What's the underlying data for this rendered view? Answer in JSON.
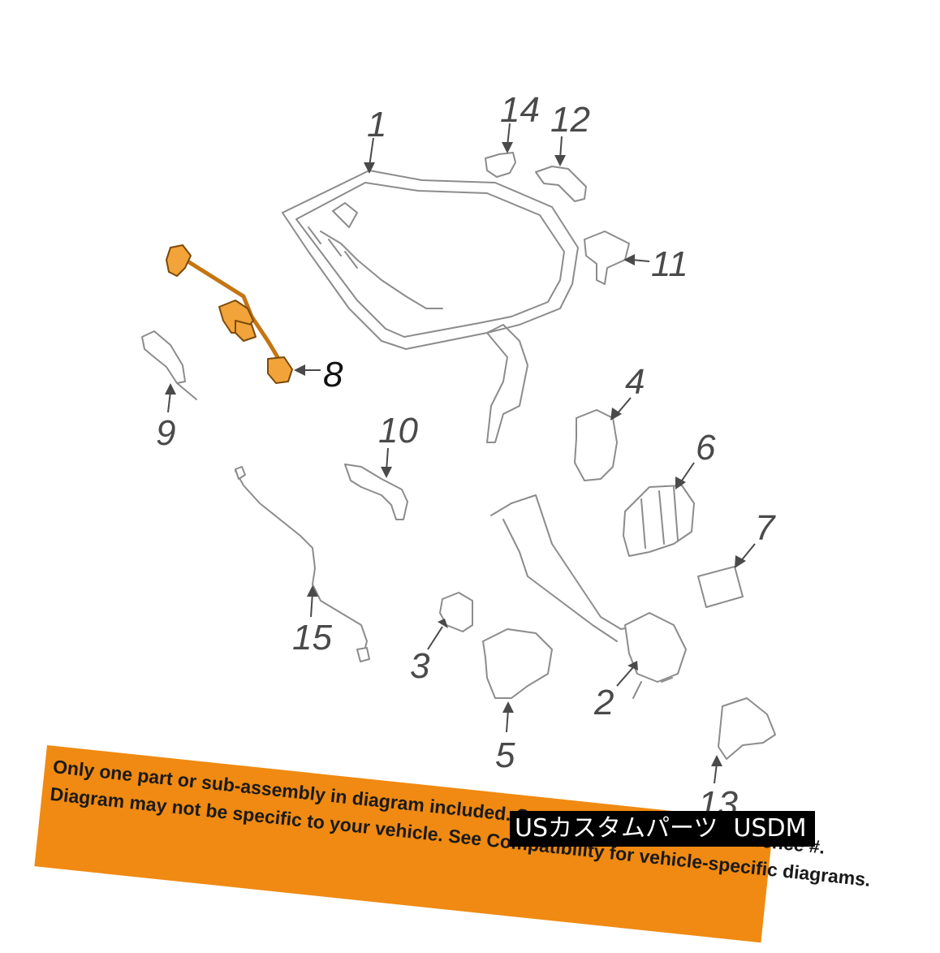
{
  "callouts": {
    "n1": "1",
    "n2": "2",
    "n3": "3",
    "n4": "4",
    "n5": "5",
    "n6": "6",
    "n7": "7",
    "n8": "8",
    "n9": "9",
    "n10": "10",
    "n11": "11",
    "n12": "12",
    "n13": "13",
    "n14": "14",
    "n15": "15"
  },
  "highlighted_part": "8",
  "colors": {
    "highlight": "#f2a33a",
    "banner": "#f08a12",
    "badge_bg": "#000000"
  },
  "disclaimer": {
    "line1": "Only one part or sub-assembly in diagram included. See Item Specifics for Reference #.",
    "line2": "Diagram may not be specific to your vehicle. See Compatibility for vehicle-specific diagrams."
  },
  "badge": {
    "text": "USカスタムパーツ  USDM"
  }
}
